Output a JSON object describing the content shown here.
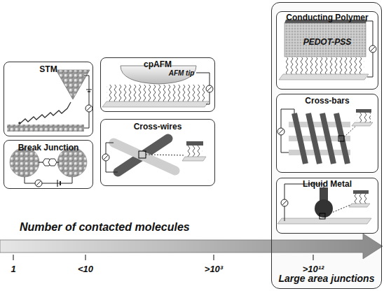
{
  "diagram": {
    "nodes": [
      {
        "text": [
          "STM"
        ]
      },
      {
        "text": [
          "Break Junction"
        ]
      },
      {
        "text": [
          "cpAFM",
          "AFM tip"
        ]
      },
      {
        "text": [
          "Cross-wires"
        ]
      },
      {
        "text": [
          "Large area junctions"
        ]
      },
      {
        "text": [
          "Conducting Polymer",
          "PEDOT-PSS"
        ],
        "in": 4
      },
      {
        "text": [
          "Cross-bars"
        ],
        "in": 4
      },
      {
        "text": [
          "Liquid Metal"
        ],
        "in": 4
      }
    ],
    "labels": [
      "Number of contacted molecules",
      "1",
      "<10",
      ">10³",
      ">10¹²"
    ]
  }
}
